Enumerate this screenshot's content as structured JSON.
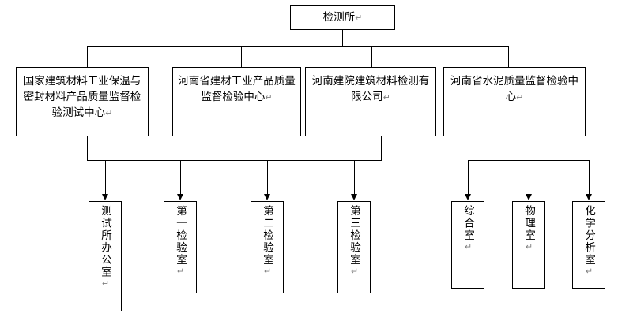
{
  "diagram": {
    "type": "organizational-chart",
    "orientation": "top-down",
    "return_mark": "↵",
    "colors": {
      "background": "#ffffff",
      "border": "#000000",
      "text": "#000000",
      "mark": "#808080"
    },
    "root": {
      "id": "root",
      "label": "检测所"
    },
    "level2": [
      {
        "id": "l2-1",
        "label": "国家建筑材料工业保温与密封材料产品质量监督检验测试中心"
      },
      {
        "id": "l2-2",
        "label": "河南省建材工业产品质量监督检验中心"
      },
      {
        "id": "l2-3",
        "label": "河南建院建筑材料检测有限公司"
      },
      {
        "id": "l2-4",
        "label": "河南省水泥质量监督检验中心"
      }
    ],
    "level3_left": [
      {
        "id": "l3-1",
        "label": "测试所办公室"
      },
      {
        "id": "l3-2",
        "label": "第一检验室"
      },
      {
        "id": "l3-3",
        "label": "第二检验室"
      },
      {
        "id": "l3-4",
        "label": "第三检验室"
      }
    ],
    "level3_right": [
      {
        "id": "l3-5",
        "label": "综合室"
      },
      {
        "id": "l3-6",
        "label": "物理室"
      },
      {
        "id": "l3-7",
        "label": "化学分析室"
      }
    ]
  }
}
